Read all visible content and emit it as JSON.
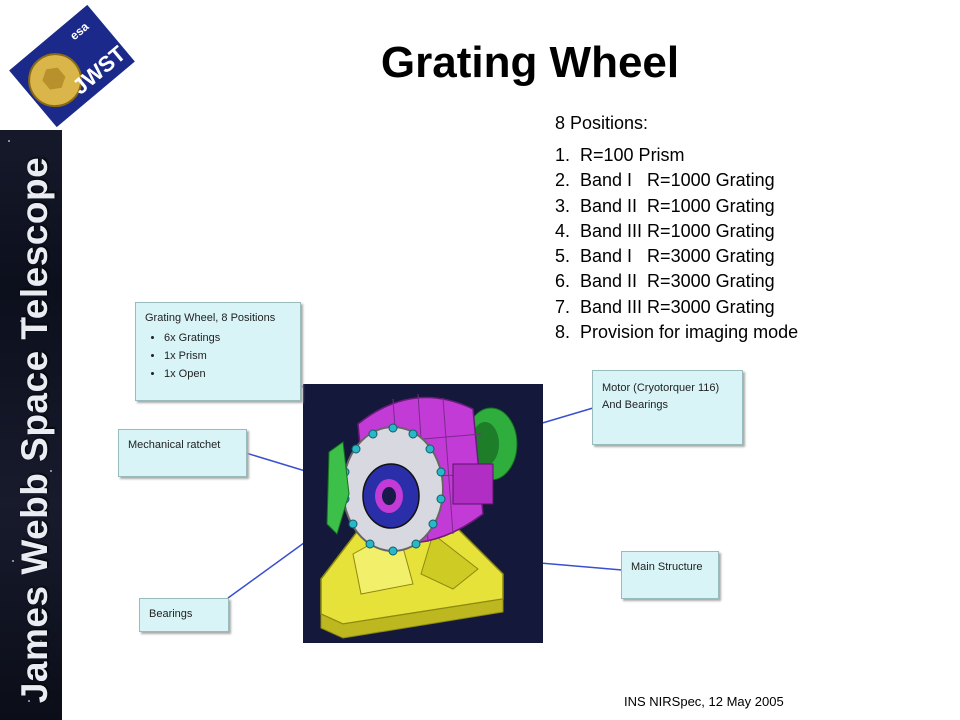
{
  "sidebar": {
    "text": "James Webb Space Telescope"
  },
  "logo": {
    "agency": "esa",
    "mark": "JWST"
  },
  "title": "Grating Wheel",
  "positions": {
    "heading": "8 Positions:",
    "items": [
      "1.  R=100 Prism",
      "2.  Band I   R=1000 Grating",
      "3.  Band II  R=1000 Grating",
      "4.  Band III R=1000 Grating",
      "5.  Band I   R=3000 Grating",
      "6.  Band II  R=3000 Grating",
      "7.  Band III R=3000 Grating",
      "8.  Provision for imaging mode"
    ]
  },
  "callouts": {
    "grating_wheel": {
      "title": "Grating Wheel, 8 Positions",
      "bullets": [
        "6x Gratings",
        "1x Prism",
        "1x Open"
      ]
    },
    "mechanical_ratchet": "Mechanical ratchet",
    "bearings": "Bearings",
    "motor": "Motor (Cryotorquer 116)\nAnd Bearings",
    "main_structure": "Main Structure"
  },
  "colors": {
    "callout_fill": "#d8f4f7",
    "render_background": "#14183a",
    "wheel_magenta": "#c23bd6",
    "structure_yellow": "#e6e23a",
    "motor_green": "#2fae3d",
    "leader_line": "#3a4fd0"
  },
  "footer": "INS NIRSpec, 12 May 2005"
}
